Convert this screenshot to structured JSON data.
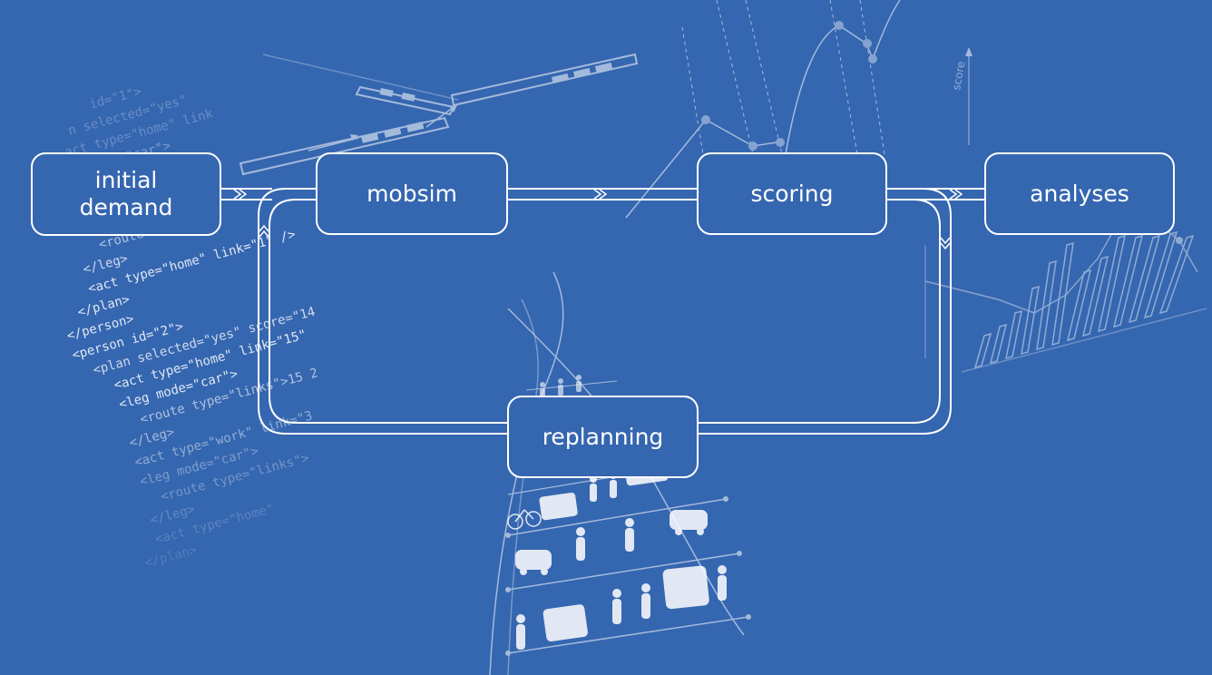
{
  "diagram": {
    "nodes": {
      "initial_demand": {
        "line1": "initial",
        "line2": "demand"
      },
      "mobsim": "mobsim",
      "scoring": "scoring",
      "replanning": "replanning",
      "analyses": "analyses"
    },
    "background_plot_label": "score",
    "xml_lines": [
      "id=\"1\">",
      "n selected=\"yes\"",
      "act type=\"home\" link",
      "leg mode=\"car\">",
      "<route type",
      "</leg>",
      "<act type=\"home\" link=\"1\" />",
      "</plan>",
      "</person>",
      "<person id=\"2\">",
      "<plan selected=\"yes\" score=\"14",
      "<act type=\"home\" link=\"15\"",
      "<leg mode=\"car\">",
      "<route type=\"links\">15 2",
      "</leg>",
      "<act type=\"work\" link=\"3",
      "<leg mode=\"car\">",
      "<route type=\"links\">",
      "</leg>",
      "<act type=\"home\"",
      "</plan>"
    ]
  },
  "colors": {
    "background": "#3566b0",
    "stroke": "#ffffff",
    "faint": "#7fa2d6"
  }
}
